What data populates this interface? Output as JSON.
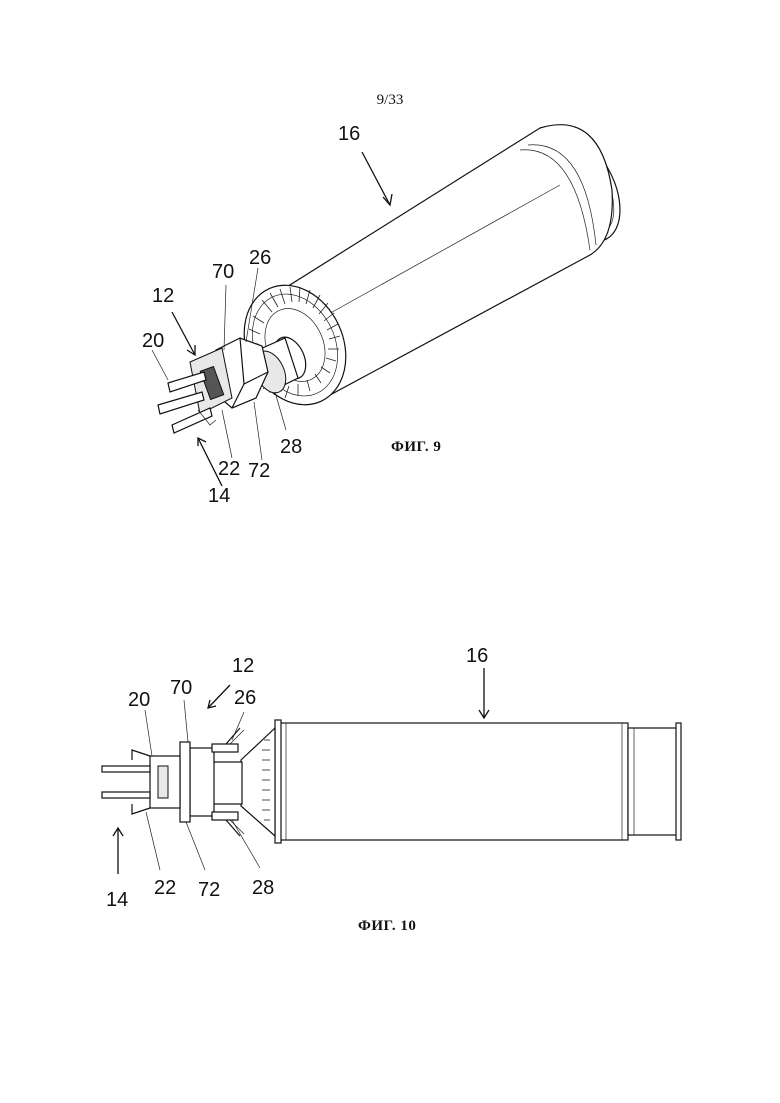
{
  "page": {
    "number": "9/33"
  },
  "fig9": {
    "caption": "ФИГ. 9",
    "labels": {
      "l16": "16",
      "l70": "70",
      "l26": "26",
      "l12": "12",
      "l20": "20",
      "l28": "28",
      "l22": "22",
      "l72": "72",
      "l14": "14"
    }
  },
  "fig10": {
    "caption": "ФИГ. 10",
    "labels": {
      "l16": "16",
      "l12": "12",
      "l70": "70",
      "l26": "26",
      "l20": "20",
      "l14": "14",
      "l22": "22",
      "l72": "72",
      "l28": "28"
    }
  }
}
